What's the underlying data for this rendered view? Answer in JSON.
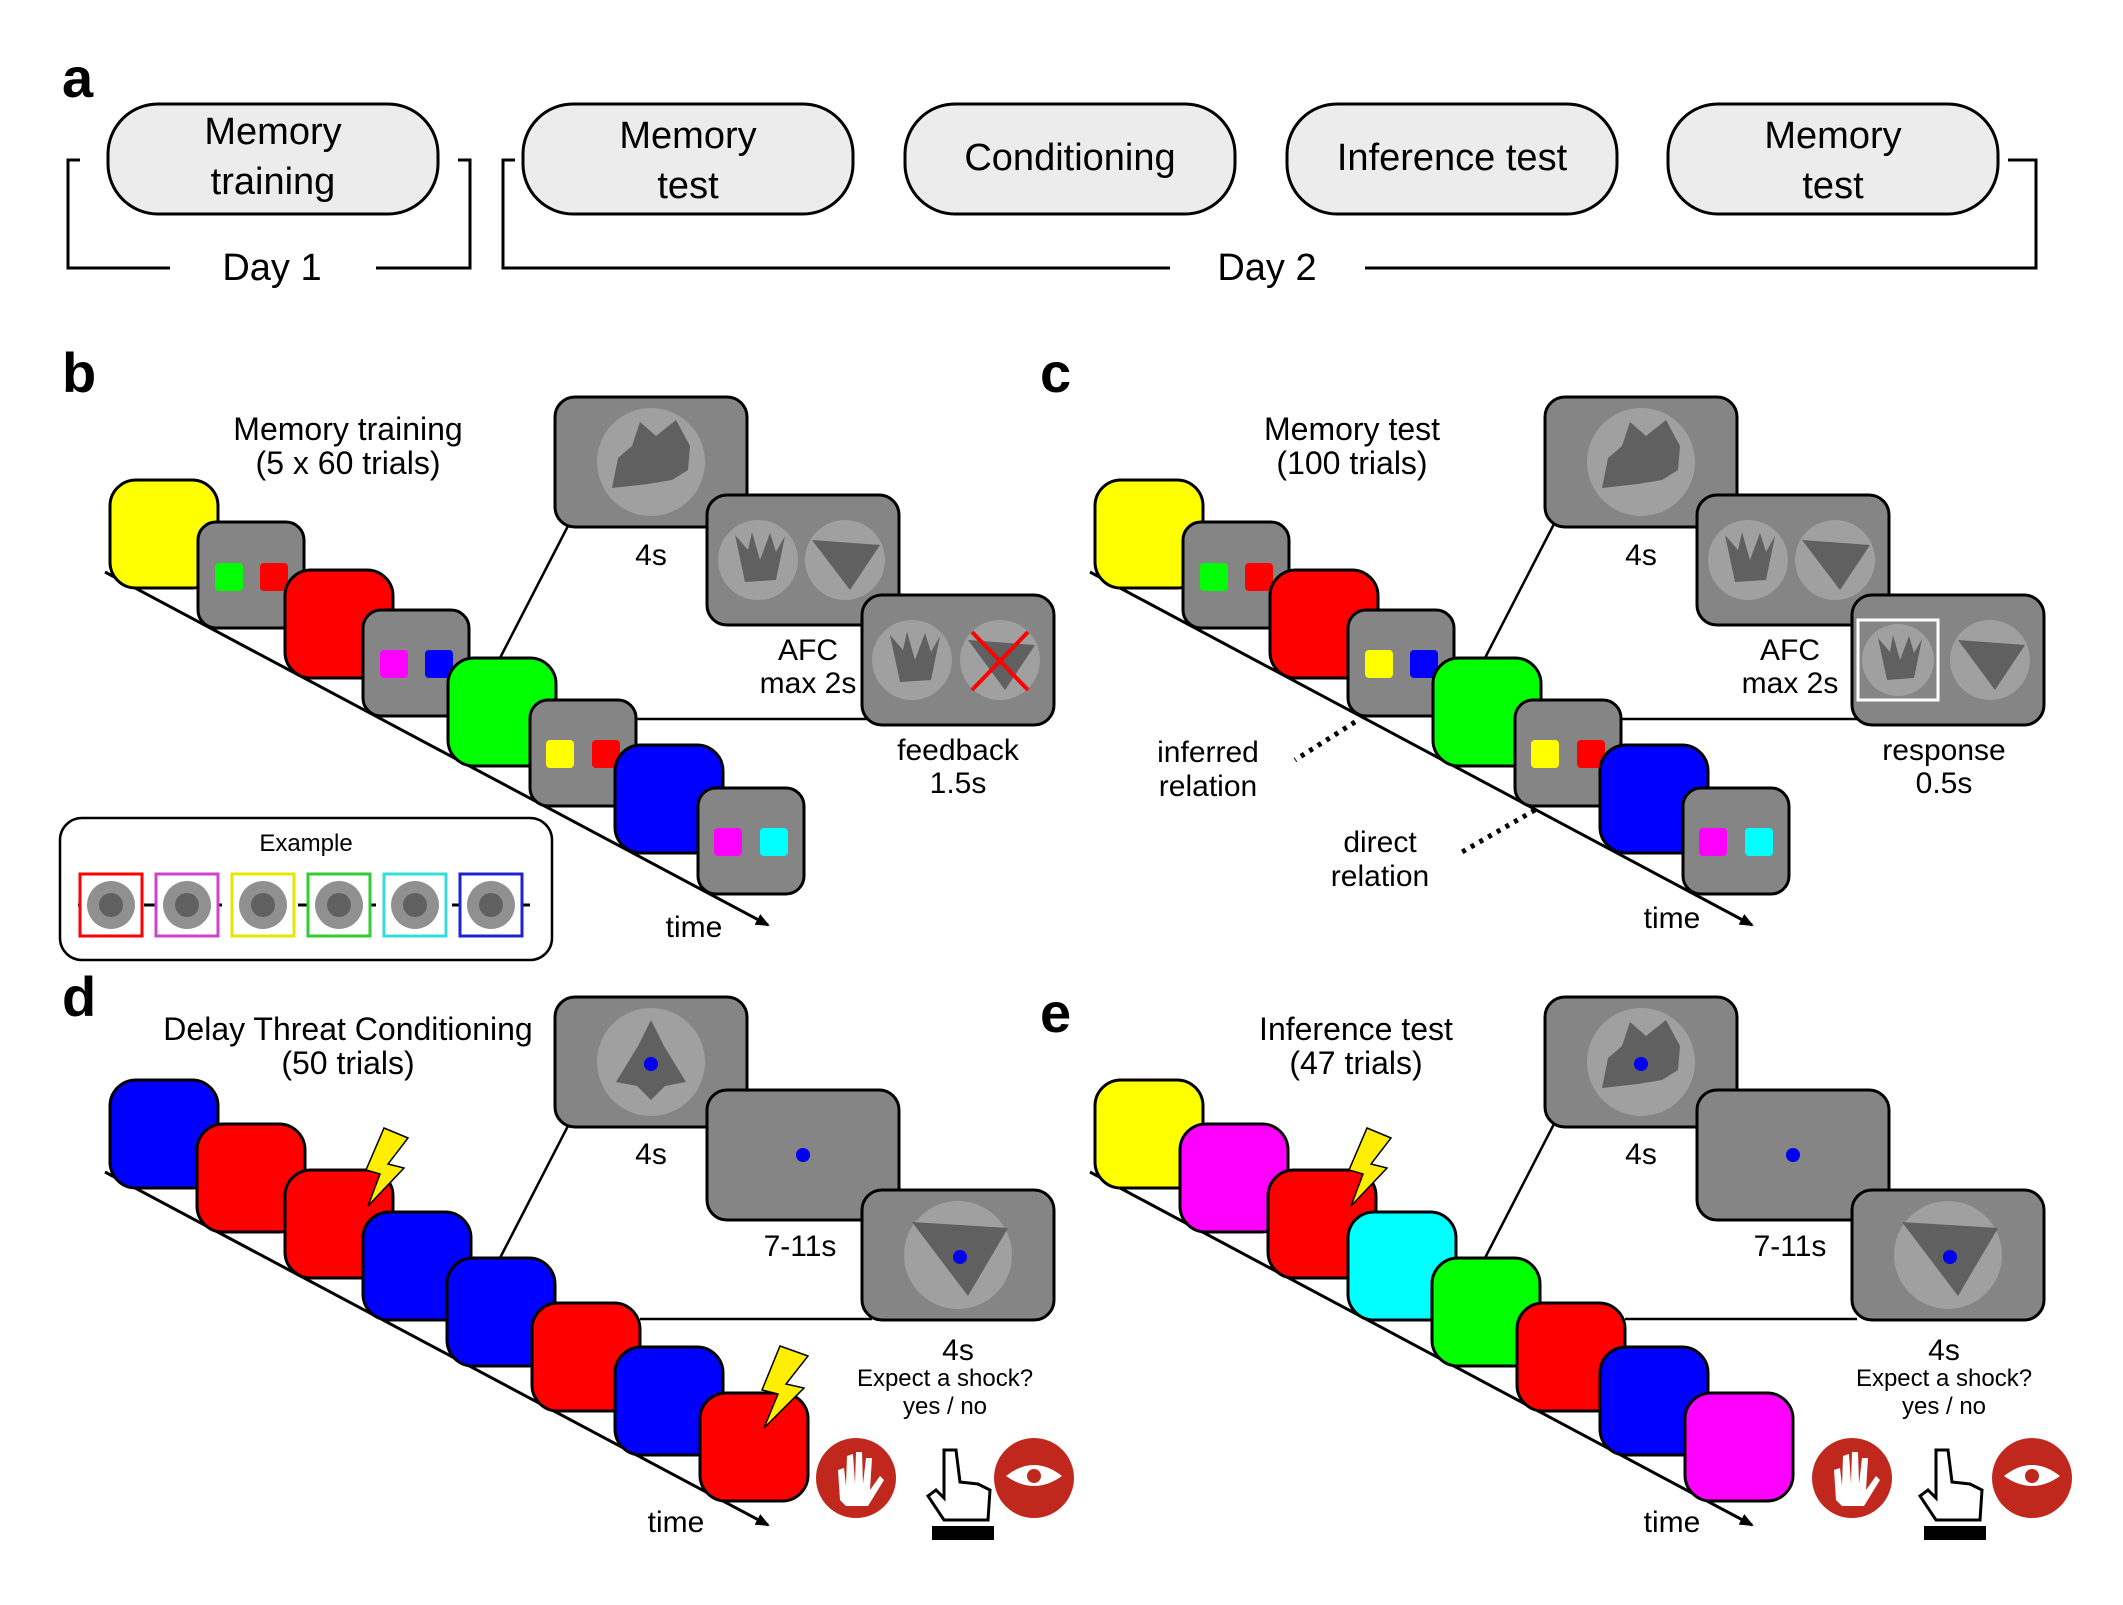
{
  "panel_a": {
    "letter": "a",
    "day1_phases": [
      {
        "line1": "Memory",
        "line2": "training"
      }
    ],
    "day2_phases": [
      {
        "line1": "Memory",
        "line2": "test"
      },
      {
        "line1": "Conditioning",
        "line2": ""
      },
      {
        "line1": "Inference test",
        "line2": ""
      },
      {
        "line1": "Memory",
        "line2": "test"
      }
    ],
    "day1_label": "Day 1",
    "day2_label": "Day 2"
  },
  "panel_b": {
    "letter": "b",
    "title_line1": "Memory training",
    "title_line2": "(5 x 60 trials)",
    "durations": {
      "stim": "4s",
      "afc_line1": "AFC",
      "afc_line2": "max 2s",
      "feedback_line1": "feedback",
      "feedback_line2": "1.5s"
    },
    "time_label": "time",
    "example_label": "Example",
    "example_frame_colors": [
      "#ff0000",
      "#cc44cc",
      "#e6e600",
      "#33cc33",
      "#33dddd",
      "#2222cc"
    ]
  },
  "panel_c": {
    "letter": "c",
    "title_line1": "Memory test",
    "title_line2": "(100 trials)",
    "durations": {
      "stim": "4s",
      "afc_line1": "AFC",
      "afc_line2": "max 2s",
      "response_line1": "response",
      "response_line2": "0.5s"
    },
    "inferred_line1": "inferred",
    "inferred_line2": "relation",
    "direct_line1": "direct",
    "direct_line2": "relation",
    "time_label": "time"
  },
  "panel_d": {
    "letter": "d",
    "title_line1": "Delay Threat Conditioning",
    "title_line2": "(50 trials)",
    "durations": {
      "stim": "4s",
      "delay": "7-11s",
      "rating": "4s"
    },
    "question": "Expect a shock?",
    "answers": "yes / no",
    "time_label": "time"
  },
  "panel_e": {
    "letter": "e",
    "title_line1": "Inference test",
    "title_line2": "(47 trials)",
    "durations": {
      "stim": "4s",
      "delay": "7-11s",
      "rating": "4s"
    },
    "question": "Expect a shock?",
    "answers": "yes / no",
    "time_label": "time"
  },
  "colors": {
    "yellow": "#ffff00",
    "green": "#00ff00",
    "red": "#ff0000",
    "blue": "#0000ff",
    "magenta": "#ff00ff",
    "cyan": "#00ffff",
    "screen_gray": "#858585",
    "icon_red": "#c0281e",
    "bolt": "#ffee00"
  },
  "icons": [
    "hand-scr-icon",
    "finger-press-icon",
    "eye-pupil-icon",
    "lightning-bolt-icon",
    "red-cross-icon"
  ]
}
